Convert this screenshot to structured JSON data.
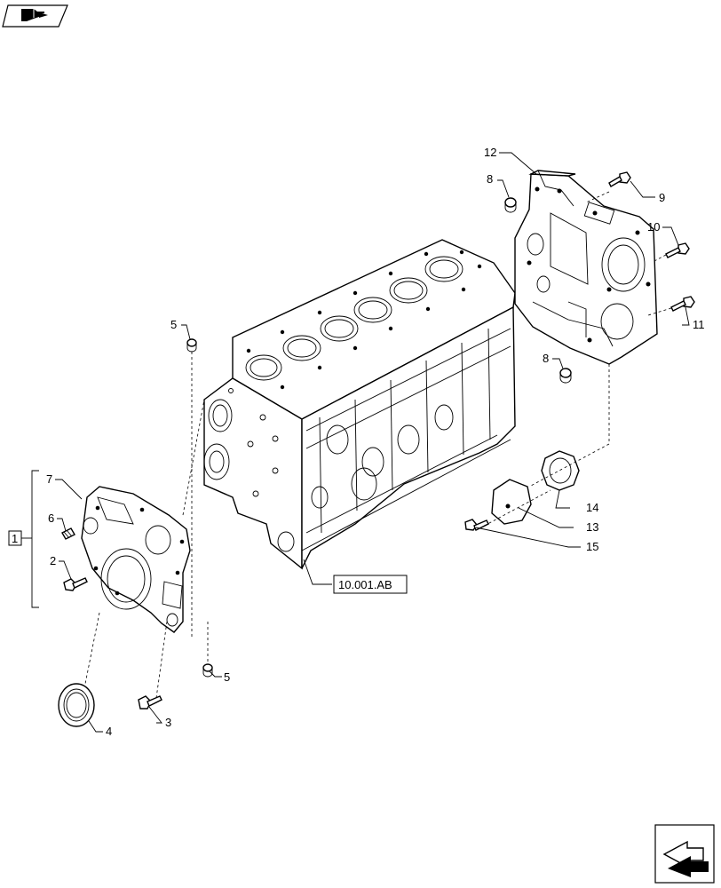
{
  "reference_label": "10.001.AB",
  "group_label": "1",
  "callouts": [
    "1",
    "2",
    "3",
    "4",
    "5",
    "5",
    "6",
    "7",
    "8",
    "8",
    "9",
    "10",
    "11",
    "12",
    "13",
    "14",
    "15"
  ],
  "icons": {
    "top_left": "book-arrow-icon",
    "bottom_right": "next-page-arrow-icon"
  }
}
